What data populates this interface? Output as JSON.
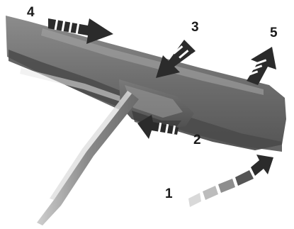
{
  "callouts": {
    "c1": "1",
    "c2": "2",
    "c3": "3",
    "c4": "4",
    "c5": "5"
  },
  "colors": {
    "wiper_arm": "#6f6f6f",
    "wiper_arm_dark": "#4a4a4a",
    "arrow": "#2b2b2b",
    "arrow_faded": "#b5b5b5",
    "text": "#1a1a1a"
  },
  "icons": {
    "arrow_1": "curved-arrow-icon",
    "arrow_2": "arrow-right-icon",
    "arrow_3": "arrow-down-left-icon",
    "arrow_4": "arrow-right-icon",
    "arrow_5": "arrow-up-right-icon"
  }
}
